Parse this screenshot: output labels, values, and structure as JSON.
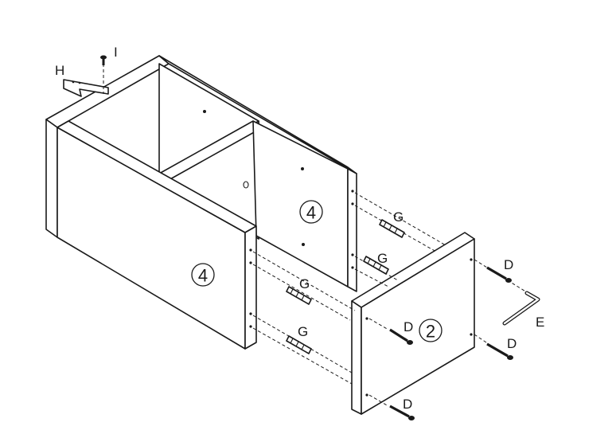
{
  "labels": {
    "panel_left": "4",
    "panel_back": "4",
    "panel_right": "2",
    "part_H": "H",
    "part_I": "I",
    "part_E": "E",
    "dowel_1": "G",
    "dowel_2": "G",
    "dowel_3": "G",
    "dowel_4": "G",
    "screw_1": "D",
    "screw_2": "D",
    "screw_3": "D",
    "screw_4": "D"
  },
  "colors": {
    "line": "#1a1a1a",
    "background": "#ffffff"
  }
}
